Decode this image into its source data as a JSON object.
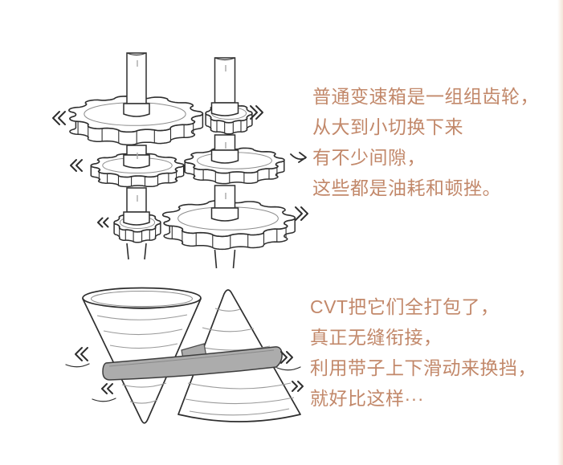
{
  "captions": {
    "top": [
      "普通变速箱是一组组齿轮，",
      "从大到小切换下来",
      "有不少间隙，",
      "这些都是油耗和顿挫。"
    ],
    "bottom": [
      "CVT把它们全打包了，",
      "真正无缝衔接，",
      "利用带子上下滑动来换挡，",
      "就好比这样···"
    ]
  },
  "colors": {
    "background": "#ffffff",
    "caption_text": "#c2886a",
    "sketch_ink": "#2e2e2e",
    "belt_gray": "#acacac"
  }
}
